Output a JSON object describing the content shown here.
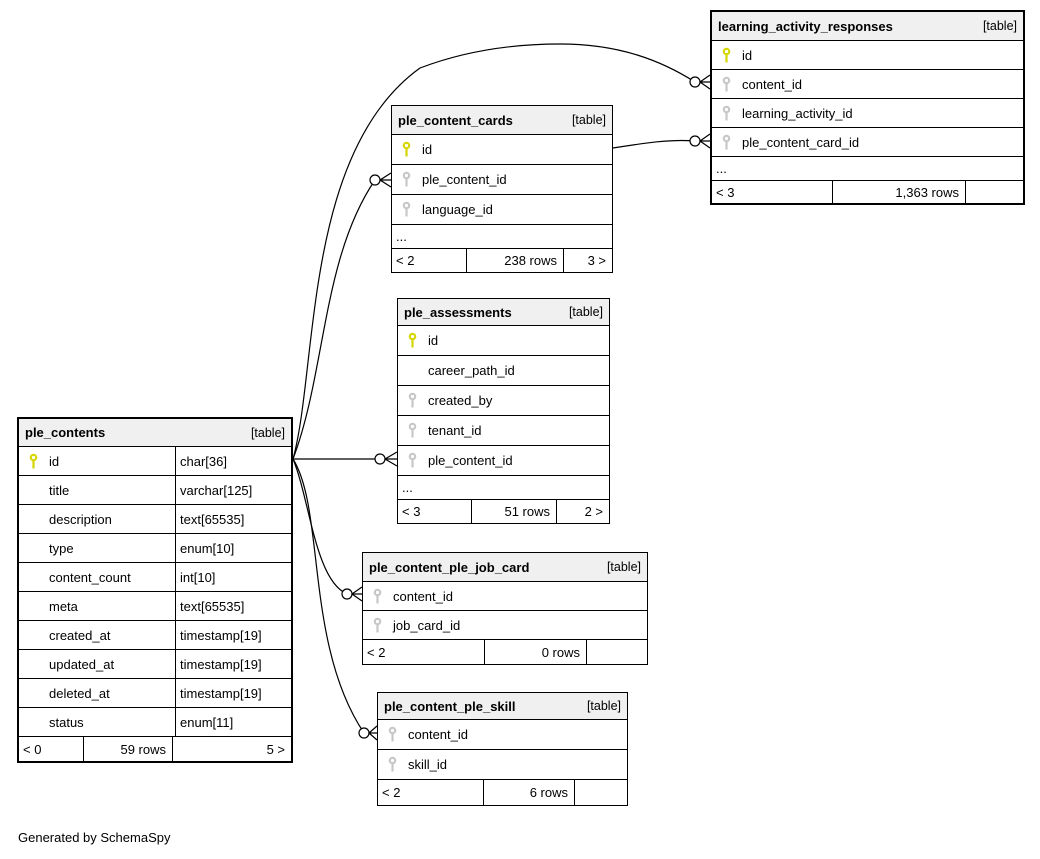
{
  "diagram": {
    "generated_note": "Generated by SchemaSpy",
    "tables": [
      {
        "name": "learning_activity_responses",
        "tag": "[table]",
        "columns": [
          {
            "name": "id",
            "key": "primary"
          },
          {
            "name": "content_id",
            "key": "foreign"
          },
          {
            "name": "learning_activity_id",
            "key": "foreign"
          },
          {
            "name": "ple_content_card_id",
            "key": "foreign"
          }
        ],
        "ellipsis": "...",
        "footer": {
          "left": "< 3",
          "center": "1,363 rows",
          "right": ""
        }
      },
      {
        "name": "ple_content_cards",
        "tag": "[table]",
        "columns": [
          {
            "name": "id",
            "key": "primary"
          },
          {
            "name": "ple_content_id",
            "key": "foreign"
          },
          {
            "name": "language_id",
            "key": "foreign"
          }
        ],
        "ellipsis": "...",
        "footer": {
          "left": "< 2",
          "center": "238 rows",
          "right": "3 >"
        }
      },
      {
        "name": "ple_assessments",
        "tag": "[table]",
        "columns": [
          {
            "name": "id",
            "key": "primary"
          },
          {
            "name": "career_path_id",
            "key": "none"
          },
          {
            "name": "created_by",
            "key": "foreign"
          },
          {
            "name": "tenant_id",
            "key": "foreign"
          },
          {
            "name": "ple_content_id",
            "key": "foreign"
          }
        ],
        "ellipsis": "...",
        "footer": {
          "left": "< 3",
          "center": "51 rows",
          "right": "2 >"
        }
      },
      {
        "name": "ple_contents",
        "tag": "[table]",
        "columns": [
          {
            "name": "id",
            "key": "primary",
            "type": "char[36]"
          },
          {
            "name": "title",
            "key": "none",
            "type": "varchar[125]"
          },
          {
            "name": "description",
            "key": "none",
            "type": "text[65535]"
          },
          {
            "name": "type",
            "key": "none",
            "type": "enum[10]"
          },
          {
            "name": "content_count",
            "key": "none",
            "type": "int[10]"
          },
          {
            "name": "meta",
            "key": "none",
            "type": "text[65535]"
          },
          {
            "name": "created_at",
            "key": "none",
            "type": "timestamp[19]"
          },
          {
            "name": "updated_at",
            "key": "none",
            "type": "timestamp[19]"
          },
          {
            "name": "deleted_at",
            "key": "none",
            "type": "timestamp[19]"
          },
          {
            "name": "status",
            "key": "none",
            "type": "enum[11]"
          }
        ],
        "footer": {
          "left": "< 0",
          "center": "59 rows",
          "right": "5 >"
        }
      },
      {
        "name": "ple_content_ple_job_card",
        "tag": "[table]",
        "columns": [
          {
            "name": "content_id",
            "key": "foreign"
          },
          {
            "name": "job_card_id",
            "key": "foreign"
          }
        ],
        "footer": {
          "left": "< 2",
          "center": "0 rows",
          "right": ""
        }
      },
      {
        "name": "ple_content_ple_skill",
        "tag": "[table]",
        "columns": [
          {
            "name": "content_id",
            "key": "foreign"
          },
          {
            "name": "skill_id",
            "key": "foreign"
          }
        ],
        "footer": {
          "left": "< 2",
          "center": "6 rows",
          "right": ""
        }
      }
    ],
    "relationships": [
      {
        "from": "ple_contents.id",
        "to": "learning_activity_responses.content_id",
        "marker": "zero-or-many"
      },
      {
        "from": "ple_content_cards.id",
        "to": "learning_activity_responses.ple_content_card_id",
        "marker": "zero-or-many"
      },
      {
        "from": "ple_contents.id",
        "to": "ple_content_cards.ple_content_id",
        "marker": "zero-or-many"
      },
      {
        "from": "ple_contents.id",
        "to": "ple_assessments.ple_content_id",
        "marker": "zero-or-many"
      },
      {
        "from": "ple_contents.id",
        "to": "ple_content_ple_job_card.content_id",
        "marker": "zero-or-many"
      },
      {
        "from": "ple_contents.id",
        "to": "ple_content_ple_skill.content_id",
        "marker": "zero-or-many"
      }
    ]
  }
}
